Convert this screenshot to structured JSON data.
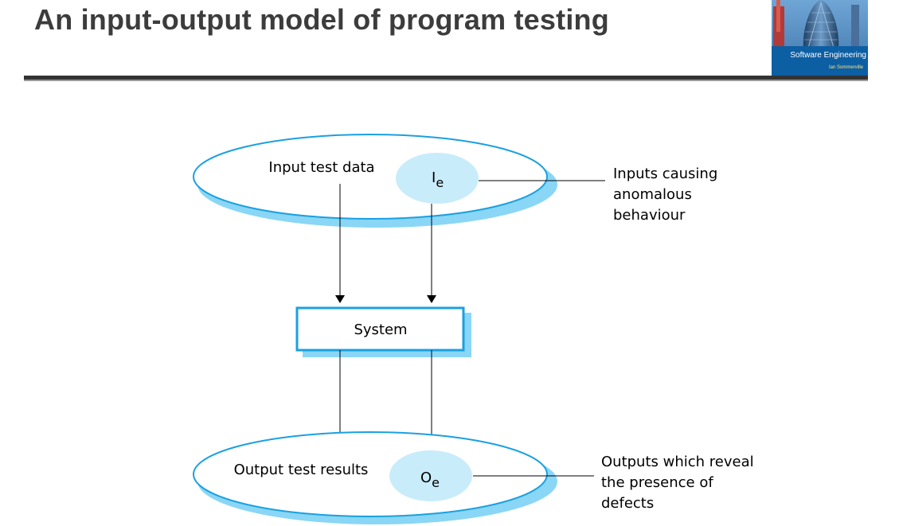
{
  "slide": {
    "title": "An input-output model of program testing"
  },
  "book_cover": {
    "title": "Software Engineering",
    "author": "Ian Sommerville"
  },
  "diagram": {
    "input_ellipse_label": "Input test data",
    "input_subset_label": "I",
    "input_subset_subscript": "e",
    "input_annotation": [
      "Inputs causing",
      "anomalous",
      "behaviour"
    ],
    "system_label": "System",
    "output_ellipse_label": "Output test results",
    "output_subset_label": "O",
    "output_subset_subscript": "e",
    "output_annotation": [
      "Outputs which reveal",
      "the presence of",
      "defects"
    ]
  },
  "colors": {
    "accent_blue": "#1aa0e0",
    "shadow_blue": "#8ad6f6",
    "subset_fill": "#c9ecfa",
    "title_text": "#3c3c3c"
  }
}
